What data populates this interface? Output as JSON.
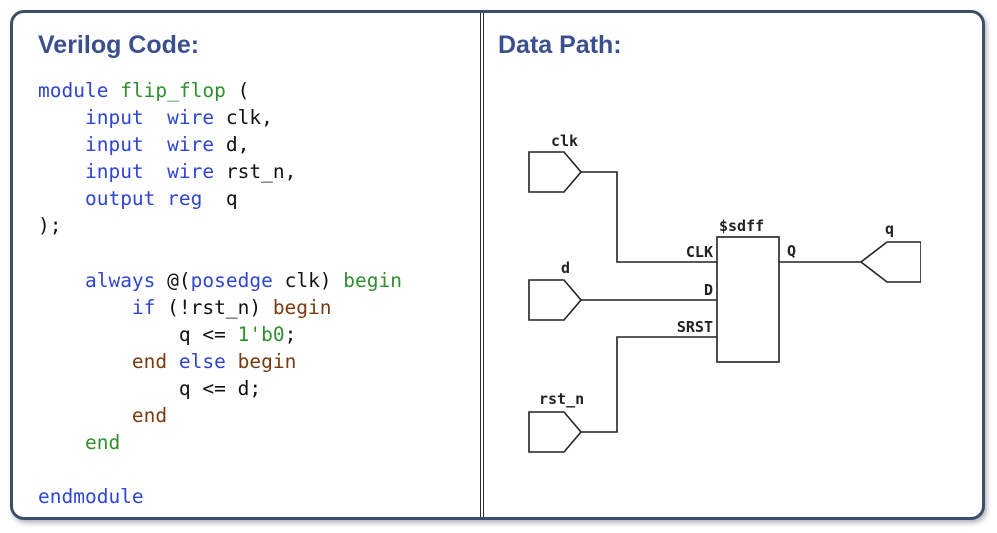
{
  "left_panel": {
    "title": "Verilog Code:",
    "code_lines": [
      [
        {
          "t": "module ",
          "c": "blue"
        },
        {
          "t": "flip_flop",
          "c": "green"
        },
        {
          "t": " (",
          "c": "plain"
        }
      ],
      [
        {
          "t": "    ",
          "c": "plain"
        },
        {
          "t": "input",
          "c": "blue"
        },
        {
          "t": "  ",
          "c": "plain"
        },
        {
          "t": "wire",
          "c": "blue"
        },
        {
          "t": " clk,",
          "c": "plain"
        }
      ],
      [
        {
          "t": "    ",
          "c": "plain"
        },
        {
          "t": "input",
          "c": "blue"
        },
        {
          "t": "  ",
          "c": "plain"
        },
        {
          "t": "wire",
          "c": "blue"
        },
        {
          "t": " d,",
          "c": "plain"
        }
      ],
      [
        {
          "t": "    ",
          "c": "plain"
        },
        {
          "t": "input",
          "c": "blue"
        },
        {
          "t": "  ",
          "c": "plain"
        },
        {
          "t": "wire",
          "c": "blue"
        },
        {
          "t": " rst_n,",
          "c": "plain"
        }
      ],
      [
        {
          "t": "    ",
          "c": "plain"
        },
        {
          "t": "output",
          "c": "blue"
        },
        {
          "t": " ",
          "c": "plain"
        },
        {
          "t": "reg",
          "c": "blue"
        },
        {
          "t": "  q",
          "c": "plain"
        }
      ],
      [
        {
          "t": ");",
          "c": "plain"
        }
      ],
      [],
      [
        {
          "t": "    ",
          "c": "plain"
        },
        {
          "t": "always",
          "c": "blue"
        },
        {
          "t": " @(",
          "c": "plain"
        },
        {
          "t": "posedge",
          "c": "blue"
        },
        {
          "t": " clk) ",
          "c": "plain"
        },
        {
          "t": "begin",
          "c": "green"
        }
      ],
      [
        {
          "t": "        ",
          "c": "plain"
        },
        {
          "t": "if",
          "c": "blue"
        },
        {
          "t": " (!rst_n) ",
          "c": "plain"
        },
        {
          "t": "begin",
          "c": "brown"
        }
      ],
      [
        {
          "t": "            q <= ",
          "c": "plain"
        },
        {
          "t": "1'b0",
          "c": "green"
        },
        {
          "t": ";",
          "c": "plain"
        }
      ],
      [
        {
          "t": "        ",
          "c": "plain"
        },
        {
          "t": "end",
          "c": "brown"
        },
        {
          "t": " ",
          "c": "plain"
        },
        {
          "t": "else",
          "c": "blue"
        },
        {
          "t": " ",
          "c": "plain"
        },
        {
          "t": "begin",
          "c": "brown"
        }
      ],
      [
        {
          "t": "            q <= d;",
          "c": "plain"
        }
      ],
      [
        {
          "t": "        ",
          "c": "plain"
        },
        {
          "t": "end",
          "c": "brown"
        }
      ],
      [
        {
          "t": "    ",
          "c": "plain"
        },
        {
          "t": "end",
          "c": "green"
        }
      ],
      [],
      [
        {
          "t": "endmodule",
          "c": "blue"
        }
      ]
    ]
  },
  "right_panel": {
    "title": "Data Path:",
    "diagram": {
      "cell_name": "$sdff",
      "inputs": {
        "clk": "clk",
        "d": "d",
        "rst_n": "rst_n"
      },
      "output": "q",
      "pins": {
        "clk": "CLK",
        "d": "D",
        "srst": "SRST",
        "q": "Q"
      }
    }
  },
  "colors": {
    "title": "#3b4f8c",
    "keyword_blue": "#2e46d1",
    "keyword_green": "#2f8f2f",
    "keyword_brown": "#7a3b12",
    "frame_border": "#3e4e66"
  }
}
